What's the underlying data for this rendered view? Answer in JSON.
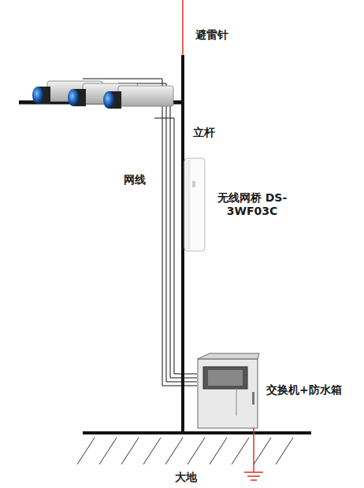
{
  "diagram": {
    "nodes": [
      {
        "text": [
          "无线网桥 DS-3WF03C"
        ]
      },
      {
        "text": [
          "交换机+防水箱"
        ]
      }
    ],
    "labels": [
      "避雷针",
      "立杆",
      "网线",
      "大地"
    ]
  }
}
